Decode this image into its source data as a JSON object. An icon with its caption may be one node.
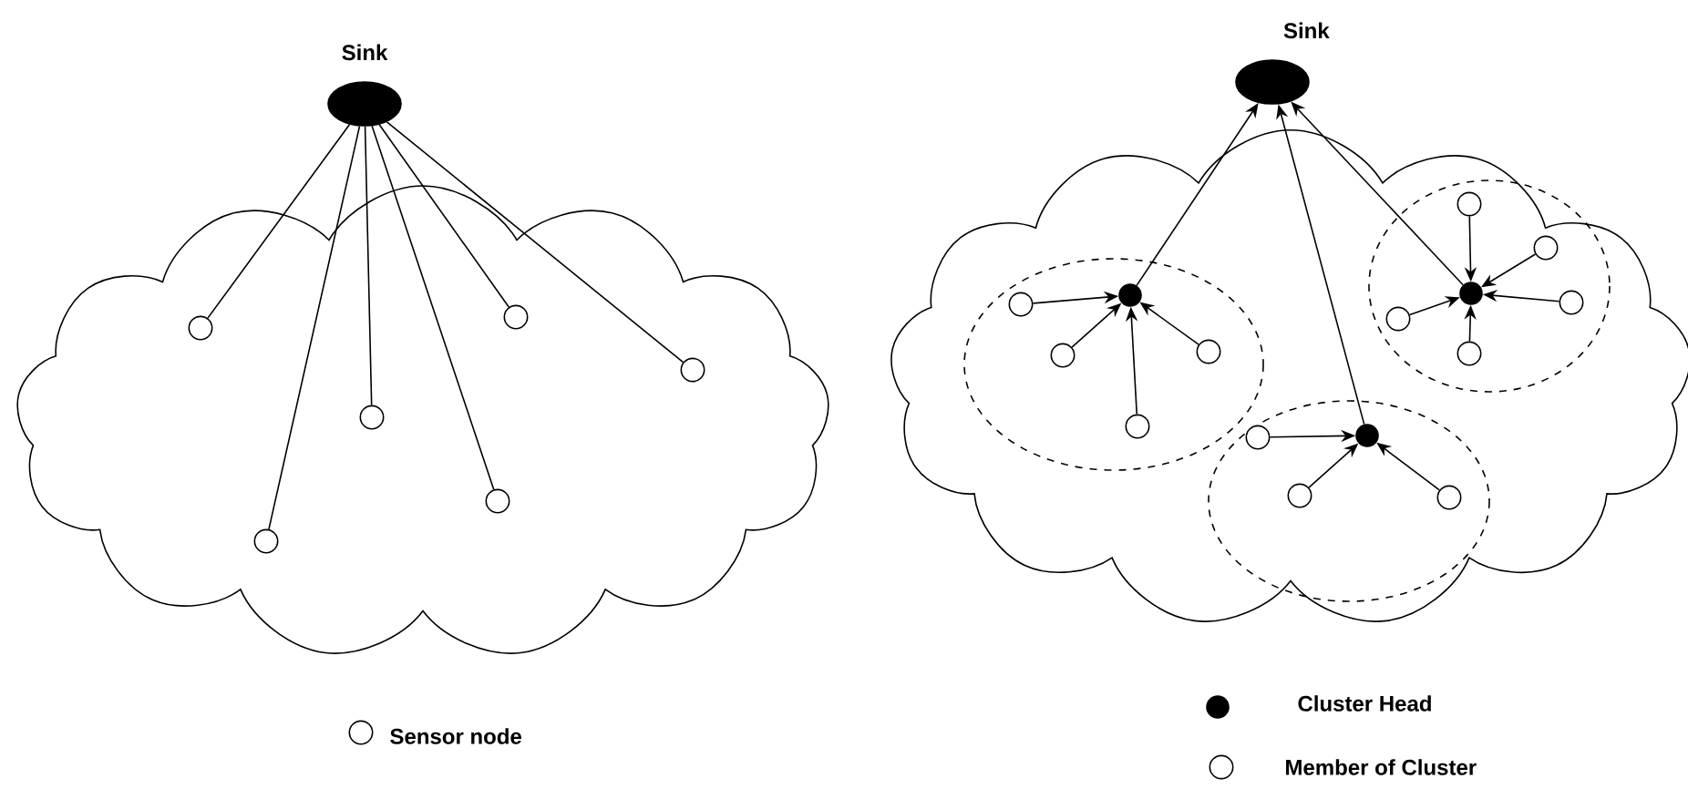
{
  "diagram": {
    "nodes": [
      {
        "text": [
          "Sink"
        ]
      },
      {
        "text": [],
        "shape": "circle"
      },
      {
        "text": [],
        "shape": "circle"
      },
      {
        "text": [],
        "shape": "circle"
      },
      {
        "text": [],
        "shape": "circle"
      },
      {
        "text": [],
        "shape": "circle"
      },
      {
        "text": [],
        "shape": "circle"
      },
      {
        "text": [
          "Sink"
        ]
      },
      {
        "text": [],
        "shape": "dot"
      },
      {
        "text": [],
        "shape": "circle"
      },
      {
        "text": [],
        "shape": "circle"
      },
      {
        "text": [],
        "shape": "circle"
      },
      {
        "text": [],
        "shape": "circle"
      },
      {
        "text": [],
        "shape": "dot"
      },
      {
        "text": [],
        "shape": "circle"
      },
      {
        "text": [],
        "shape": "circle"
      },
      {
        "text": [],
        "shape": "circle"
      },
      {
        "text": [],
        "shape": "circle"
      },
      {
        "text": [],
        "shape": "circle"
      },
      {
        "text": [],
        "shape": "dot"
      },
      {
        "text": [],
        "shape": "circle"
      },
      {
        "text": [],
        "shape": "circle"
      },
      {
        "text": [],
        "shape": "circle"
      }
    ],
    "edges": [
      {
        "from": 0,
        "to": 1,
        "arrow": "none"
      },
      {
        "from": 0,
        "to": 2,
        "arrow": "none"
      },
      {
        "from": 0,
        "to": 3,
        "arrow": "none"
      },
      {
        "from": 0,
        "to": 4,
        "arrow": "none"
      },
      {
        "from": 0,
        "to": 5,
        "arrow": "none"
      },
      {
        "from": 0,
        "to": 6,
        "arrow": "none"
      },
      {
        "from": 8,
        "to": 7,
        "arrow": "to"
      },
      {
        "from": 19,
        "to": 7,
        "arrow": "to"
      },
      {
        "from": 13,
        "to": 7,
        "arrow": "to"
      },
      {
        "from": 9,
        "to": 8,
        "arrow": "to"
      },
      {
        "from": 10,
        "to": 8,
        "arrow": "to"
      },
      {
        "from": 11,
        "to": 8,
        "arrow": "to"
      },
      {
        "from": 12,
        "to": 8,
        "arrow": "to"
      },
      {
        "from": 14,
        "to": 13,
        "arrow": "to"
      },
      {
        "from": 15,
        "to": 13,
        "arrow": "to"
      },
      {
        "from": 16,
        "to": 13,
        "arrow": "to"
      },
      {
        "from": 17,
        "to": 13,
        "arrow": "to"
      },
      {
        "from": 18,
        "to": 13,
        "arrow": "to"
      },
      {
        "from": 20,
        "to": 19,
        "arrow": "to"
      },
      {
        "from": 21,
        "to": 19,
        "arrow": "to"
      },
      {
        "from": 22,
        "to": 19,
        "arrow": "to"
      }
    ],
    "legend": [
      {
        "text": "Sensor node"
      },
      {
        "text": "Cluster Head"
      },
      {
        "text": "Member of Cluster"
      }
    ]
  }
}
